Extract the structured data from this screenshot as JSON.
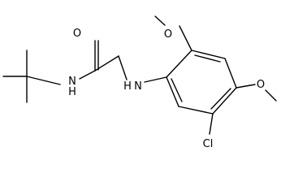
{
  "molecule": {
    "atoms": {
      "amide_oxygen": "O",
      "amide_nitrogen": "N",
      "amide_hydrogen": "H",
      "amine_nitrogen": "N",
      "amine_hydrogen": "H",
      "methoxy_oxygen_top": "O",
      "methoxy_oxygen_right": "O",
      "chlorine": "Cl"
    }
  }
}
